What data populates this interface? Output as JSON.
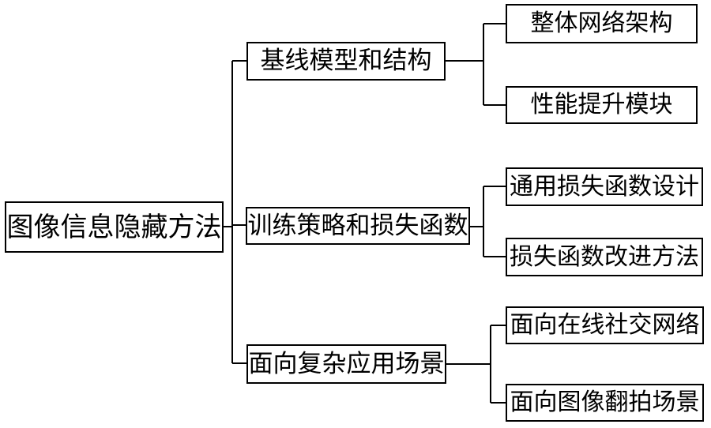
{
  "diagram": {
    "root": "图像信息隐藏方法",
    "branches": [
      {
        "label": "基线模型和结构",
        "children": [
          "整体网络架构",
          "性能提升模块"
        ]
      },
      {
        "label": "训练策略和损失函数",
        "children": [
          "通用损失函数设计",
          "损失函数改进方法"
        ]
      },
      {
        "label": "面向复杂应用场景",
        "children": [
          "面向在线社交网络",
          "面向图像翻拍场景"
        ]
      }
    ]
  }
}
